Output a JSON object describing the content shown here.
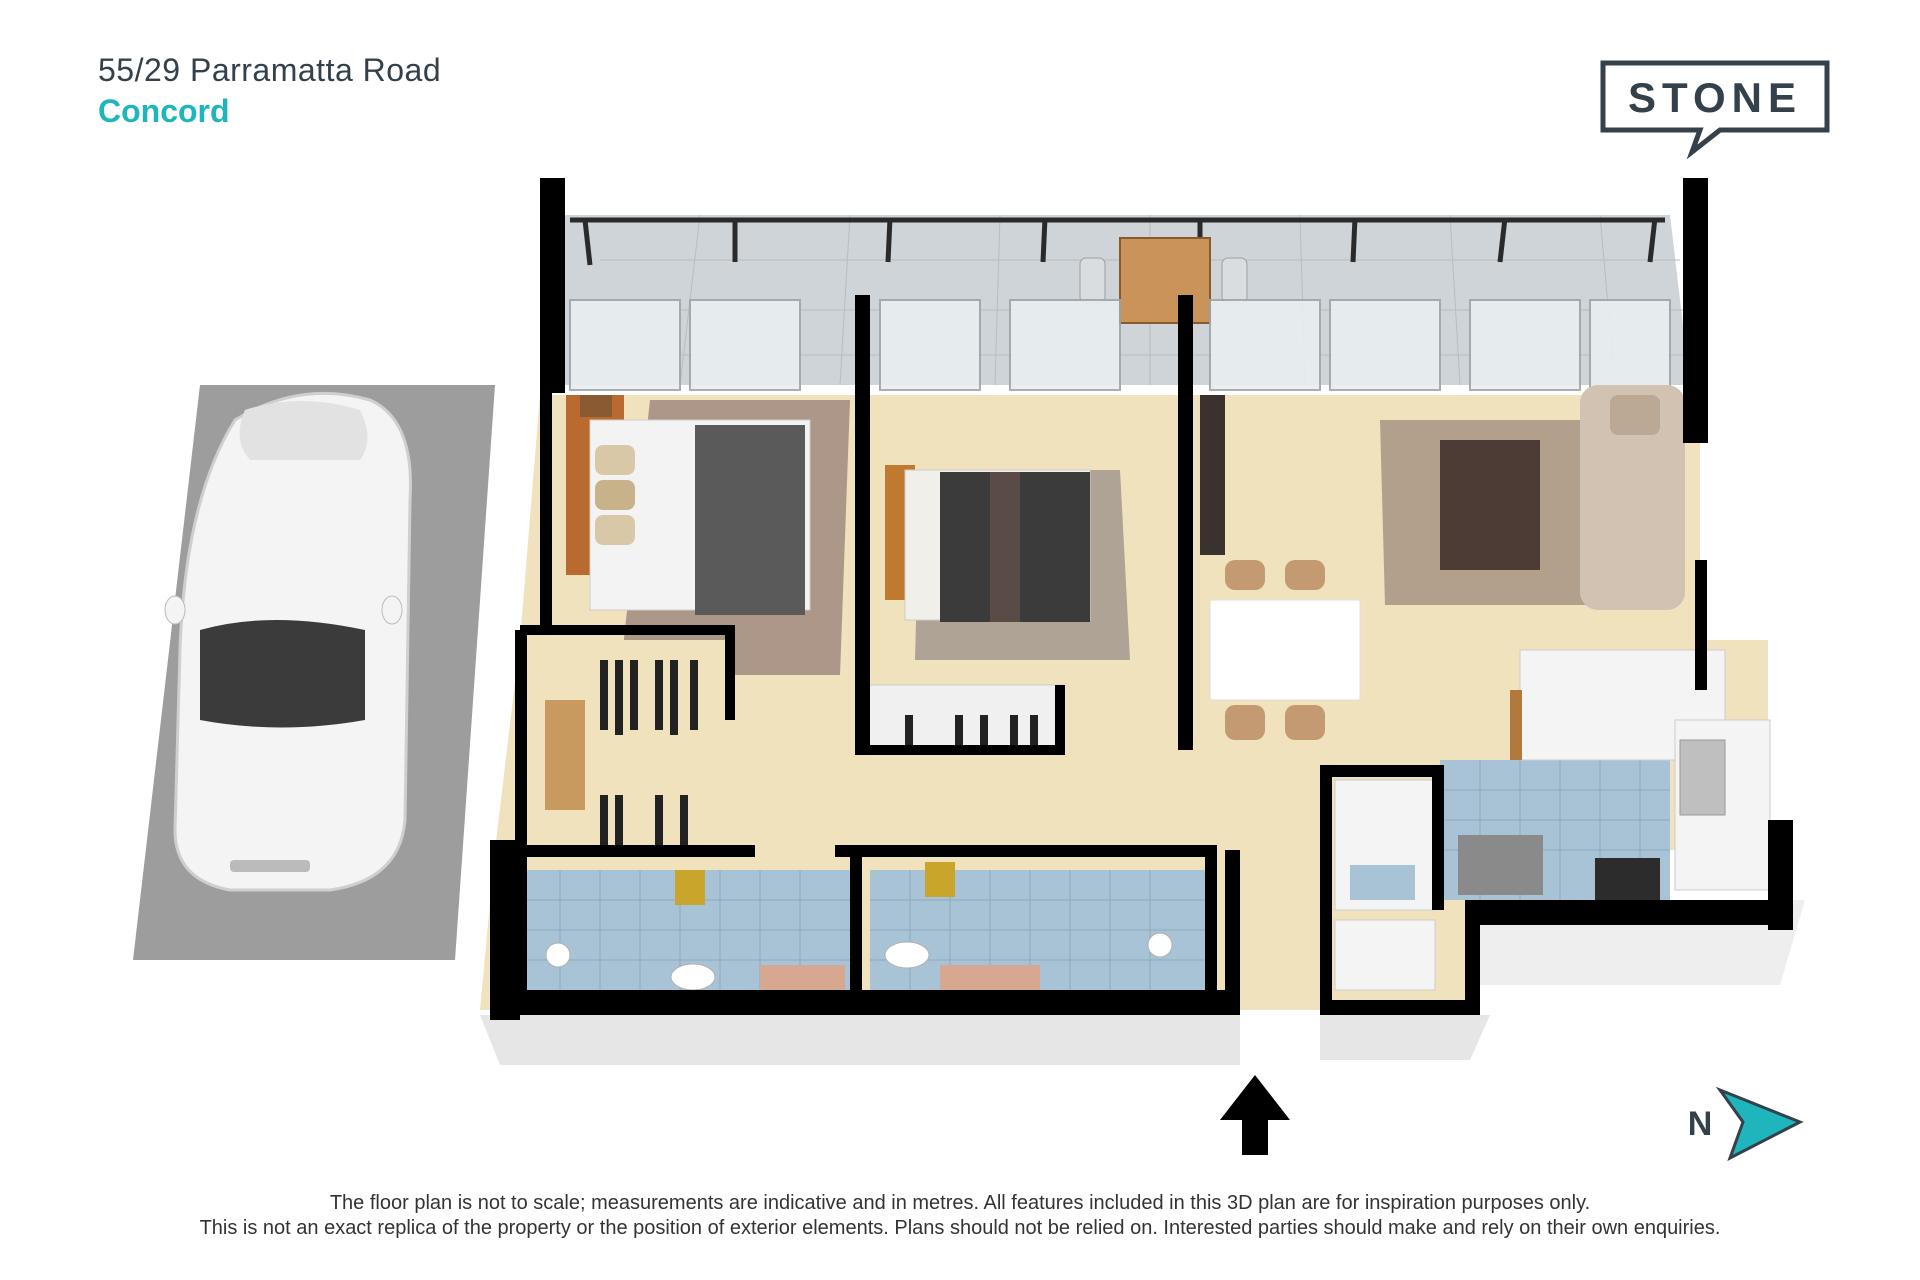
{
  "header": {
    "address": "55/29 Parramatta Road",
    "suburb": "Concord"
  },
  "logo": {
    "text": "STONE"
  },
  "compass": {
    "label": "N",
    "icon": "north-arrow-icon"
  },
  "entry": {
    "icon": "entry-arrow-icon"
  },
  "disclaimer": {
    "line1": "The floor plan is not to scale; measurements are indicative and in metres. All features included in this 3D plan are for inspiration purposes only.",
    "line2": "This is not an exact replica of the property or the position of exterior elements. Plans should not be relied on. Interested parties should make and rely on their own enquiries."
  },
  "colors": {
    "accent": "#1fb5bd",
    "text_dark": "#34404a",
    "wall": "#000000",
    "floor": "#efe2bd",
    "tile": "#a9c3d6",
    "balcony": "#cfd4d8",
    "rug": "#a89484"
  }
}
